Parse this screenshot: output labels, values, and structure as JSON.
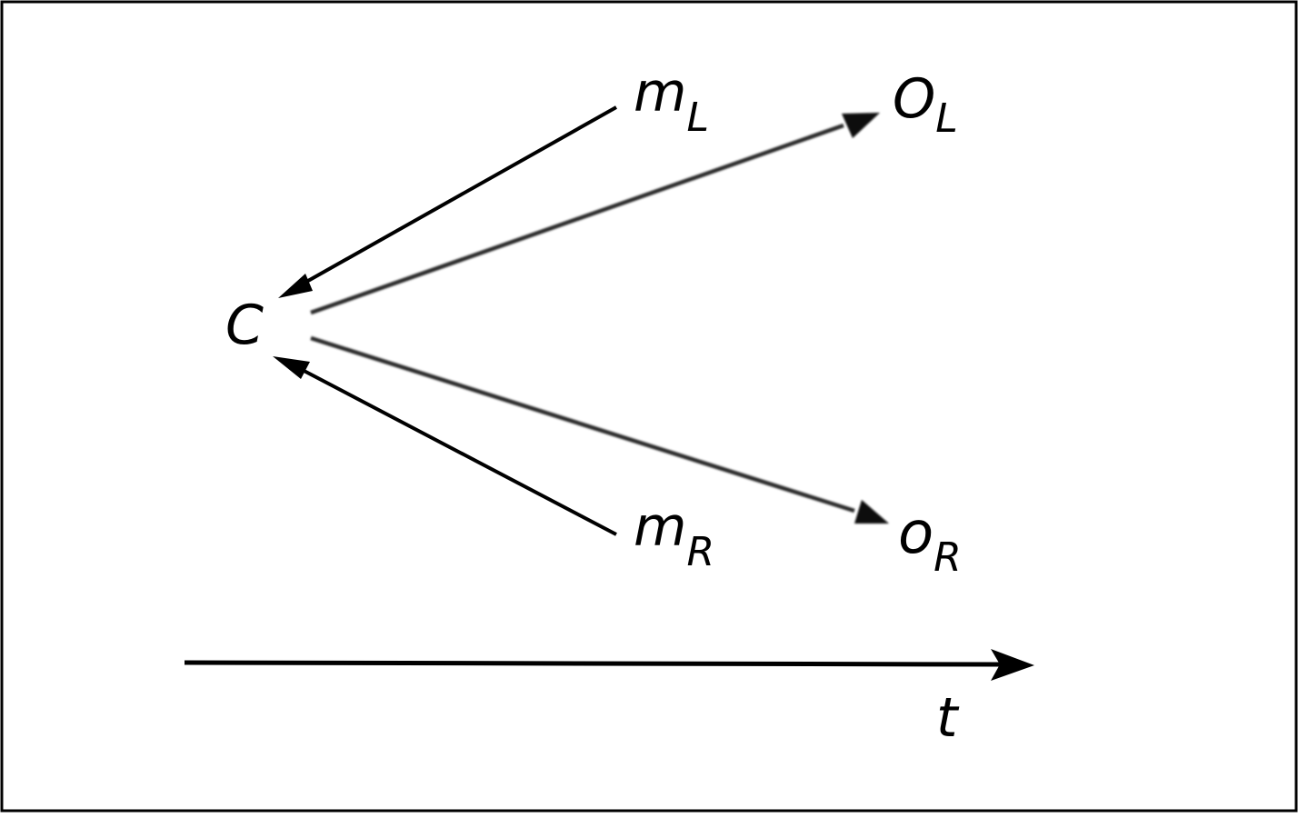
{
  "nodes": {
    "c": {
      "text": "C"
    },
    "m_l": {
      "base": "m",
      "sub": "L"
    },
    "m_r": {
      "base": "m",
      "sub": "R"
    },
    "o_l": {
      "base": "O",
      "sub": "L"
    },
    "o_r": {
      "base": "o",
      "sub": "R"
    }
  },
  "axis": {
    "label": "t"
  },
  "colors": {
    "border": "#000000",
    "solid_arrow": "#000000",
    "soft_arrow": "#2a2a2a",
    "background": "#ffffff"
  }
}
